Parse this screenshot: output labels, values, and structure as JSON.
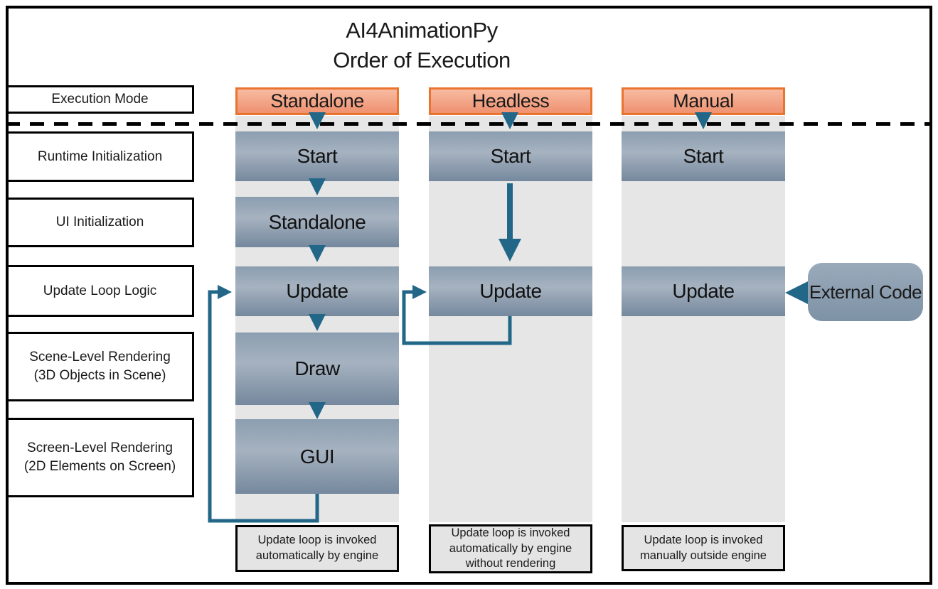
{
  "title": {
    "line1": "AI4AnimationPy",
    "line2": "Order of Execution"
  },
  "row_labels": [
    "Execution Mode",
    "Runtime Initialization",
    "UI Initialization",
    "Update Loop Logic",
    "Scene-Level Rendering\n(3D Objects in Scene)",
    "Screen-Level Rendering\n(2D Elements on Screen)"
  ],
  "columns": [
    {
      "header": "Standalone",
      "nodes": [
        "Start",
        "Standalone",
        "Update",
        "Draw",
        "GUI"
      ],
      "note": "Update loop is invoked automatically by engine"
    },
    {
      "header": "Headless",
      "nodes": [
        "Start",
        "Update"
      ],
      "note": "Update loop is invoked automatically by engine without rendering"
    },
    {
      "header": "Manual",
      "nodes": [
        "Start",
        "Update"
      ],
      "note": "Update loop is invoked manually outside engine"
    }
  ],
  "external_code": {
    "label": "External Code"
  },
  "colors": {
    "header_fill_top": "#f7bba1",
    "header_fill_bottom": "#ef9170",
    "header_border": "#e9742e",
    "node_fill_top": "#8b9eb0",
    "node_fill_mid": "#a6b2c0",
    "node_fill_bottom": "#75889d",
    "arrow": "#226688",
    "lane_background": "#e6e6e6",
    "note_background": "#e4e4e4",
    "border": "#000000",
    "background": "#ffffff",
    "text": "#1a1a1a"
  }
}
